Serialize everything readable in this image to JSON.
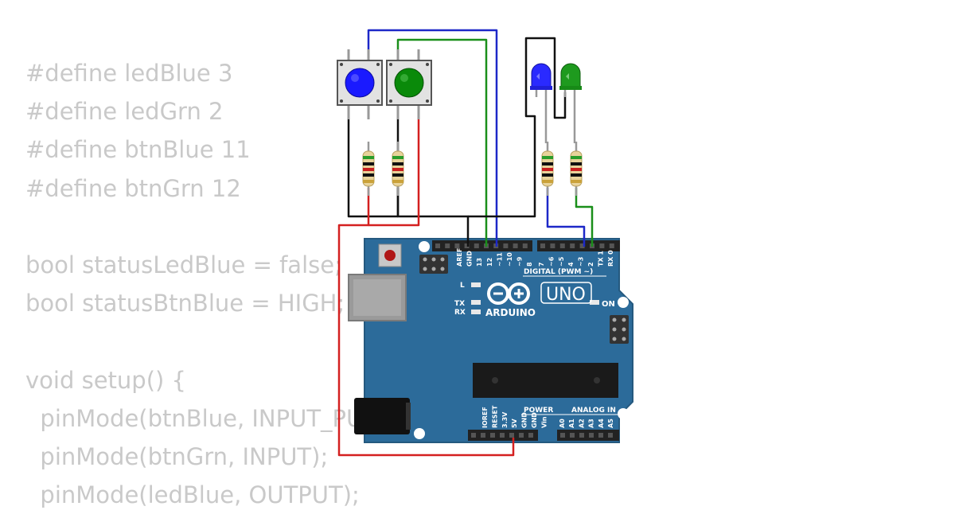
{
  "code_lines": [
    "#define ledBlue 3",
    "#define ledGrn 2",
    "#define btnBlue 11",
    "#define btnGrn 12",
    "",
    "bool statusLedBlue = false;",
    "bool statusBtnBlue = HIGH;",
    "",
    "void setup() {",
    "  pinMode(btnBlue, INPUT_PULLUP);",
    "  pinMode(btnGrn, INPUT);",
    "  pinMode(ledBlue, OUTPUT);"
  ],
  "board": {
    "brand": "ARDUINO",
    "model": "UNO",
    "digital_label": "DIGITAL (PWM ~)",
    "on_label": "ON",
    "power_label": "POWER",
    "analog_label": "ANALOG IN",
    "led_labels": [
      "L",
      "TX",
      "RX"
    ],
    "digital_pins": [
      "AREF",
      "GND",
      "13",
      "12",
      "~11",
      "~10",
      "~9",
      "8",
      "7",
      "~6",
      "~5",
      "4",
      "~3",
      "2",
      "TX 1",
      "RX 0"
    ],
    "power_pins": [
      "IOREF",
      "RESET",
      "3.3V",
      "5V",
      "GND",
      "GND",
      "Vin"
    ],
    "analog_pins": [
      "A0",
      "A1",
      "A2",
      "A3",
      "A4",
      "A5"
    ]
  },
  "components": {
    "buttons": [
      {
        "color": "#1a1aff"
      },
      {
        "color": "#0a8a0a"
      }
    ],
    "leds": [
      {
        "color": "#2a2aff"
      },
      {
        "color": "#1e9a1e"
      }
    ]
  },
  "colors": {
    "board": "#2c6b9a",
    "wire_blue": "#1d28c8",
    "wire_green": "#1a8f1a",
    "wire_red": "#d42020",
    "wire_black": "#111111",
    "code_text": "#c9c9c9"
  }
}
